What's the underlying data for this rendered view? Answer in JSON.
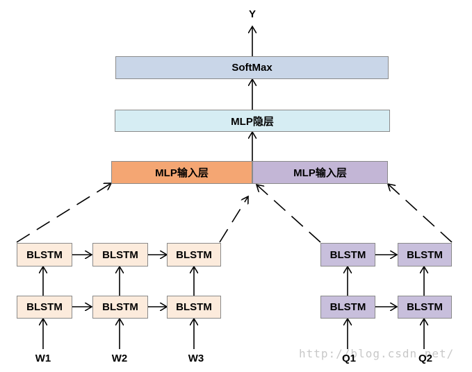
{
  "output_label": "Y",
  "softmax_label": "SoftMax",
  "mlp_hidden_label": "MLP隐层",
  "mlp_input_left_label": "MLP输入层",
  "mlp_input_right_label": "MLP输入层",
  "left_blstm": {
    "top": [
      "BLSTM",
      "BLSTM",
      "BLSTM"
    ],
    "bottom": [
      "BLSTM",
      "BLSTM",
      "BLSTM"
    ],
    "inputs": [
      "W1",
      "W2",
      "W3"
    ]
  },
  "right_blstm": {
    "top": [
      "BLSTM",
      "BLSTM"
    ],
    "bottom": [
      "BLSTM",
      "BLSTM"
    ],
    "inputs": [
      "Q1",
      "Q2"
    ]
  },
  "watermark_text": "http://blog.csdn.net/",
  "colors": {
    "softmax": "#c9d6e8",
    "mlp_hidden": "#d6edf3",
    "mlp_input_left": "#f4a673",
    "mlp_input_right": "#c3b6d6",
    "blstm_left": "#fcebdc",
    "blstm_right": "#c8bfdc"
  }
}
